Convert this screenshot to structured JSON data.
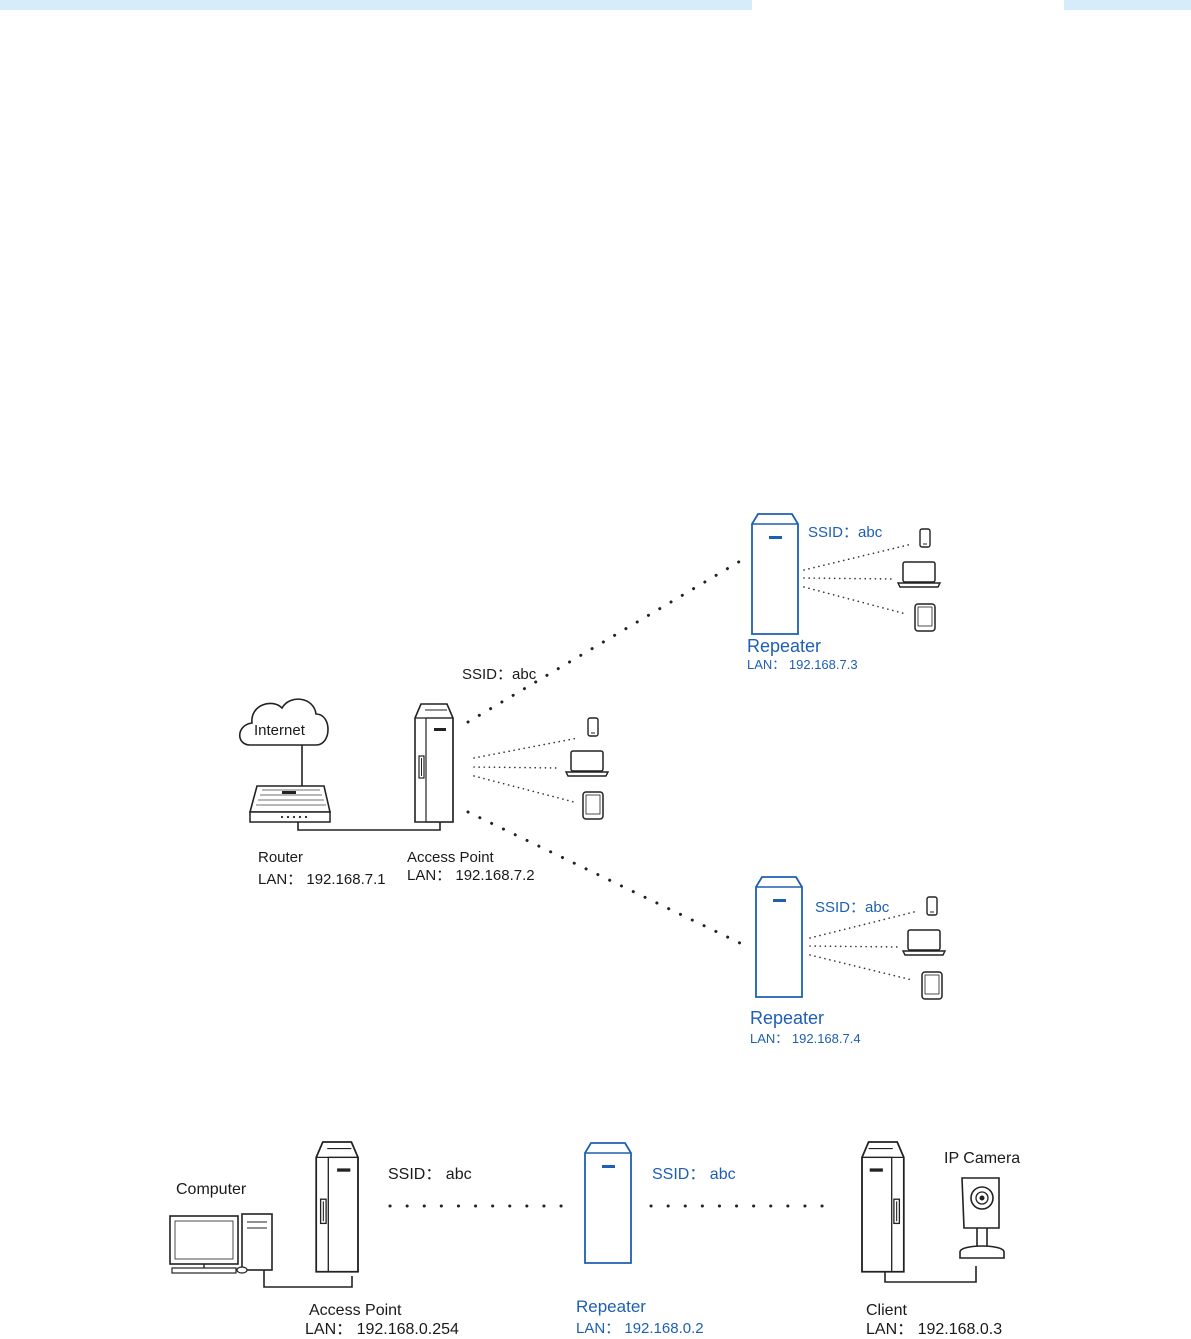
{
  "diagram1": {
    "internet": "Internet",
    "router": {
      "name": "Router",
      "lan": "LAN：  192.168.7.1"
    },
    "access_point": {
      "name": "Access Point",
      "lan": "LAN：  192.168.7.2"
    },
    "ssid": "SSID：abc",
    "repeater_top": {
      "name": "Repeater",
      "lan": "LAN：  192.168.7.3",
      "ssid": "SSID：abc"
    },
    "repeater_bottom": {
      "name": "Repeater",
      "lan": "LAN：  192.168.7.4",
      "ssid": "SSID：abc"
    }
  },
  "diagram2": {
    "computer": "Computer",
    "access_point": {
      "name": "Access Point",
      "lan": "LAN：  192.168.0.254",
      "ssid": "SSID：  abc"
    },
    "repeater": {
      "name": "Repeater",
      "lan": "LAN：  192.168.0.2",
      "ssid": "SSID：  abc"
    },
    "client": {
      "name": "Client",
      "lan": "LAN：  192.168.0.3"
    },
    "ip_camera": "IP Camera"
  },
  "colors": {
    "accent_blue": "#1e5fb3",
    "device_black": "#222222",
    "bar": "#d6ecfa"
  }
}
